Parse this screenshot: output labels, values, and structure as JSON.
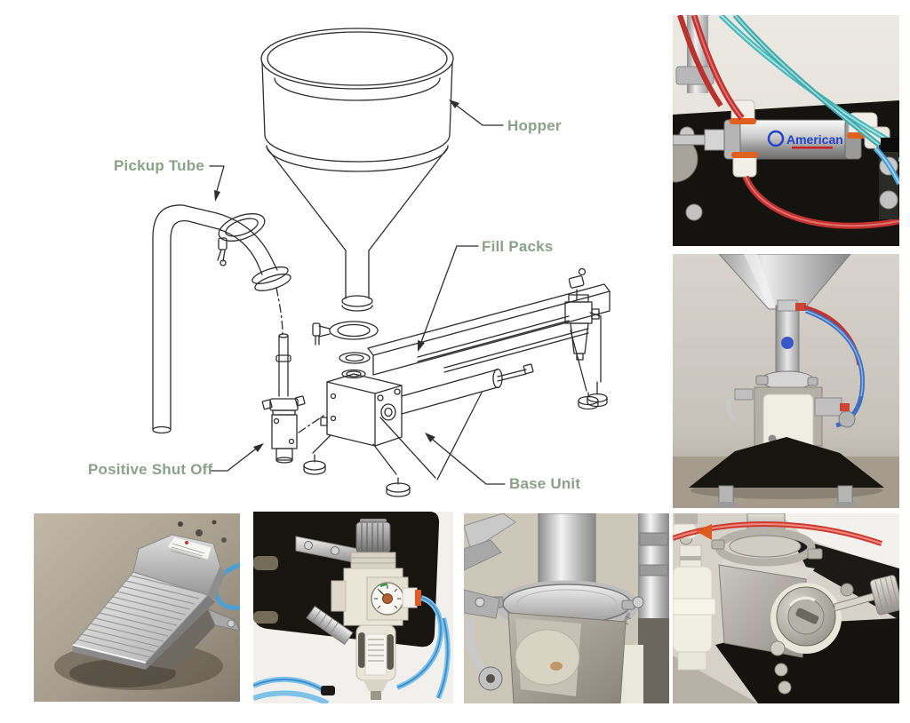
{
  "diagram": {
    "labels": {
      "hopper": "Hopper",
      "pickup_tube": "Pickup Tube",
      "fill_packs": "Fill Packs",
      "positive_shut_off": "Positive Shut Off",
      "base_unit": "Base Unit"
    }
  },
  "photos": {
    "air_cylinder": {
      "brand": "American"
    }
  },
  "colors": {
    "label": "#8BA289",
    "line": "#2e2e2e",
    "red-tube": "#c23230",
    "teal-tube": "#49b8ba",
    "blue-tube": "#4a9fd4",
    "brand-blue": "#2343cc"
  }
}
